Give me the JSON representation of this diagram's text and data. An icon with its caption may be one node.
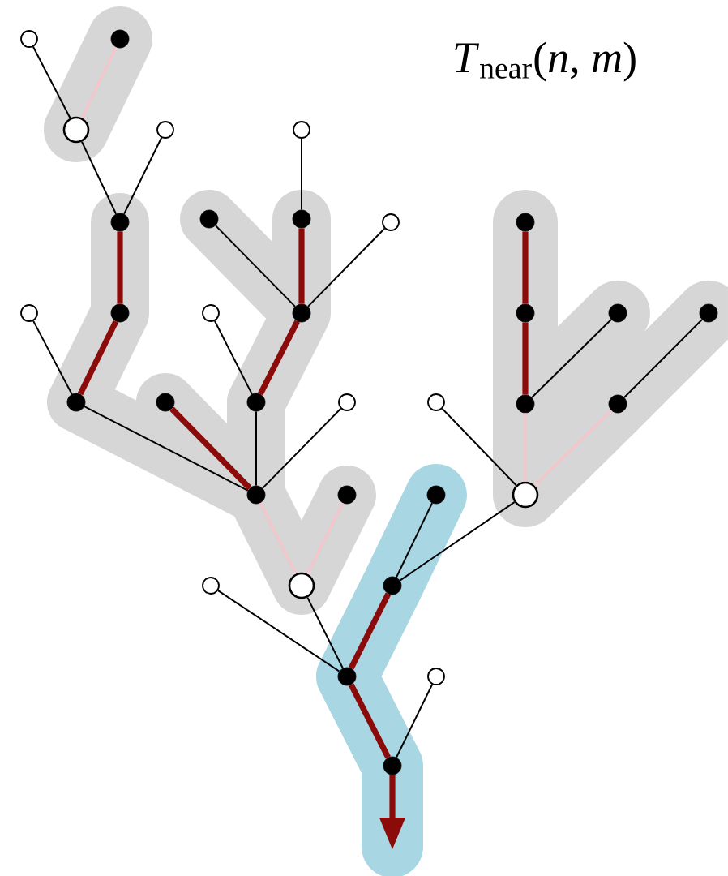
{
  "diagram": {
    "title": "*T*$_{near}$(*n*, *m*)",
    "nodes": [
      {
        "text": [],
        "shape": "circle"
      },
      {
        "text": [],
        "shape": "dot"
      },
      {
        "text": [],
        "shape": "ring"
      },
      {
        "text": [],
        "shape": "circle"
      },
      {
        "text": [],
        "shape": "circle"
      },
      {
        "text": [],
        "shape": "dot"
      },
      {
        "text": [],
        "shape": "dot"
      },
      {
        "text": [],
        "shape": "dot"
      },
      {
        "text": [],
        "shape": "circle"
      },
      {
        "text": [],
        "shape": "dot"
      },
      {
        "text": [],
        "shape": "circle"
      },
      {
        "text": [],
        "shape": "dot"
      },
      {
        "text": [],
        "shape": "circle"
      },
      {
        "text": [],
        "shape": "dot"
      },
      {
        "text": [],
        "shape": "dot"
      },
      {
        "text": [],
        "shape": "dot"
      },
      {
        "text": [],
        "shape": "dot"
      },
      {
        "text": [],
        "shape": "dot"
      },
      {
        "text": [],
        "shape": "dot"
      },
      {
        "text": [],
        "shape": "dot"
      },
      {
        "text": [],
        "shape": "circle"
      },
      {
        "text": [],
        "shape": "circle"
      },
      {
        "text": [],
        "shape": "dot"
      },
      {
        "text": [],
        "shape": "dot"
      },
      {
        "text": [],
        "shape": "dot"
      },
      {
        "text": [],
        "shape": "dot"
      },
      {
        "text": [],
        "shape": "dot"
      },
      {
        "text": [],
        "shape": "ring"
      },
      {
        "text": [],
        "shape": "circle"
      },
      {
        "text": [],
        "shape": "ring"
      },
      {
        "text": [],
        "shape": "dot"
      },
      {
        "text": [],
        "shape": "dot"
      },
      {
        "text": [],
        "shape": "circle"
      },
      {
        "text": [],
        "shape": "dot"
      }
    ],
    "edges": [
      {
        "from": 1,
        "to": 2,
        "arrow": "none",
        "color": "#f4c6cc"
      },
      {
        "from": 0,
        "to": 2,
        "arrow": "none"
      },
      {
        "from": 2,
        "to": 5,
        "arrow": "none"
      },
      {
        "from": 3,
        "to": 5,
        "arrow": "none"
      },
      {
        "from": 5,
        "to": 11,
        "arrow": "none",
        "style": "thick",
        "color": "#8b0a0a"
      },
      {
        "from": 11,
        "to": 17,
        "arrow": "none",
        "style": "thick",
        "color": "#8b0a0a"
      },
      {
        "from": 10,
        "to": 17,
        "arrow": "none"
      },
      {
        "from": 17,
        "to": 24,
        "arrow": "none"
      },
      {
        "from": 18,
        "to": 24,
        "arrow": "none",
        "style": "thick",
        "color": "#8b0a0a"
      },
      {
        "from": 19,
        "to": 24,
        "arrow": "none"
      },
      {
        "from": 13,
        "to": 19,
        "arrow": "none",
        "style": "thick",
        "color": "#8b0a0a"
      },
      {
        "from": 7,
        "to": 13,
        "arrow": "none",
        "style": "thick",
        "color": "#8b0a0a"
      },
      {
        "from": 4,
        "to": 7,
        "arrow": "none"
      },
      {
        "from": 6,
        "to": 13,
        "arrow": "none"
      },
      {
        "from": 8,
        "to": 13,
        "arrow": "none"
      },
      {
        "from": 12,
        "to": 19,
        "arrow": "none"
      },
      {
        "from": 20,
        "to": 24,
        "arrow": "none"
      },
      {
        "from": 24,
        "to": 29,
        "arrow": "none",
        "color": "#f4c6cc"
      },
      {
        "from": 25,
        "to": 29,
        "arrow": "none",
        "color": "#f4c6cc"
      },
      {
        "from": 29,
        "to": 31,
        "arrow": "none"
      },
      {
        "from": 28,
        "to": 31,
        "arrow": "none"
      },
      {
        "from": 26,
        "to": 30,
        "arrow": "none"
      },
      {
        "from": 27,
        "to": 30,
        "arrow": "none"
      },
      {
        "from": 21,
        "to": 27,
        "arrow": "none"
      },
      {
        "from": 30,
        "to": 31,
        "arrow": "none",
        "style": "thick",
        "color": "#8b0a0a"
      },
      {
        "from": 31,
        "to": 33,
        "arrow": "none",
        "style": "thick",
        "color": "#8b0a0a"
      },
      {
        "from": 32,
        "to": 33,
        "arrow": "none"
      },
      {
        "from": 33,
        "to": null,
        "arrow": "to",
        "style": "thick",
        "color": "#8b0a0a"
      },
      {
        "from": 9,
        "to": 14,
        "arrow": "none",
        "style": "thick",
        "color": "#8b0a0a"
      },
      {
        "from": 14,
        "to": 22,
        "arrow": "none",
        "style": "thick",
        "color": "#8b0a0a"
      },
      {
        "from": 22,
        "to": 15,
        "arrow": "none"
      },
      {
        "from": 23,
        "to": 16,
        "arrow": "none"
      },
      {
        "from": 22,
        "to": 27,
        "arrow": "none",
        "color": "#f4c6cc"
      },
      {
        "from": 23,
        "to": 27,
        "arrow": "none",
        "color": "#f4c6cc"
      }
    ]
  }
}
